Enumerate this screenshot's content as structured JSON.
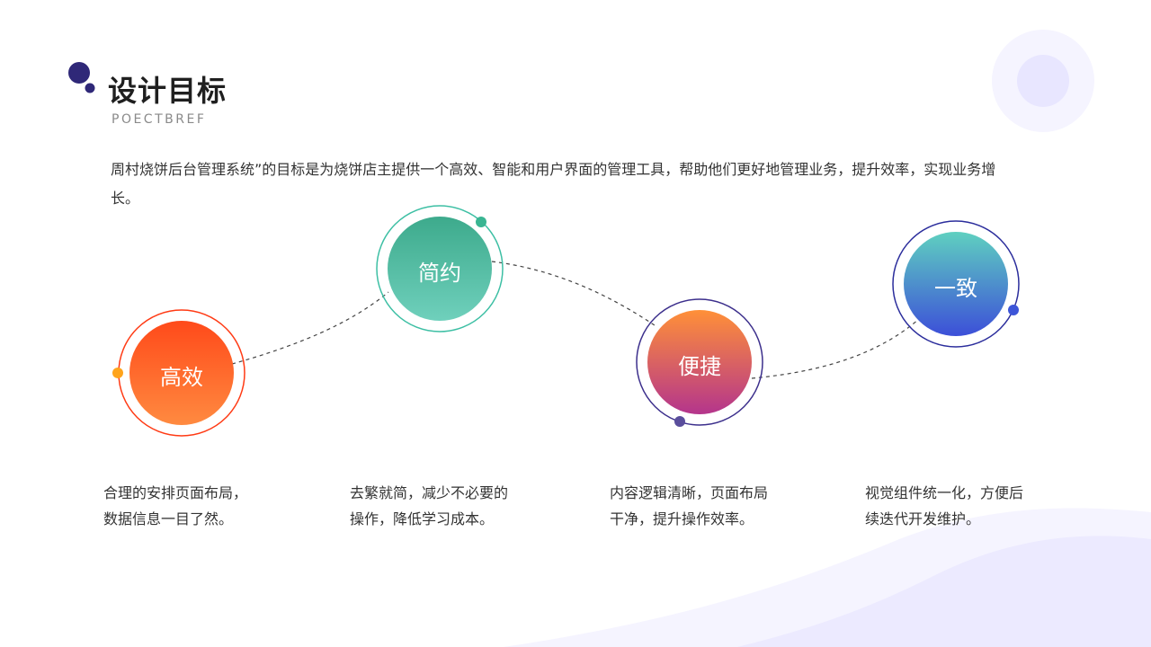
{
  "header": {
    "title": "设计目标",
    "subtitle": "POECTBREF"
  },
  "intro": "周村烧饼后台管理系统”的目标是为烧饼店主提供一个高效、智能和用户界面的管理工具，帮助他们更好地管理业务，提升效率，实现业务增长。",
  "nodes": [
    {
      "label": "高效",
      "desc_line1": "合理的安排页面布局，",
      "desc_line2": "数据信息一目了然。",
      "gradient": [
        "#ff4a1a",
        "#ff8a40"
      ],
      "ring_color": "#ff3a14",
      "dot_color": "#ffa41c"
    },
    {
      "label": "简约",
      "desc_line1": "去繁就简，减少不必要的",
      "desc_line2": "操作，降低学习成本。",
      "gradient": [
        "#3daa8c",
        "#6fd0bc"
      ],
      "ring_color": "#3dbfa4",
      "dot_color": "#39b592"
    },
    {
      "label": "便捷",
      "desc_line1": "内容逻辑清晰，页面布局",
      "desc_line2": "干净，提升操作效率。",
      "gradient": [
        "#ff9038",
        "#b4358c"
      ],
      "ring_color": "#3c2f8c",
      "dot_color": "#5a4e9c"
    },
    {
      "label": "一致",
      "desc_line1": "视觉组件统一化，方便后",
      "desc_line2": "续迭代开发维护。",
      "gradient": [
        "#5fd0c0",
        "#3c4fd8"
      ],
      "ring_color": "#2b2d9c",
      "dot_color": "#3d55d8"
    }
  ],
  "colors": {
    "title_dot_large": "#2f2878",
    "title_dot_small": "#2f2878",
    "wave": "#eceaff",
    "deco_outer": "#f5f4ff",
    "deco_inner": "#e8e6ff"
  }
}
